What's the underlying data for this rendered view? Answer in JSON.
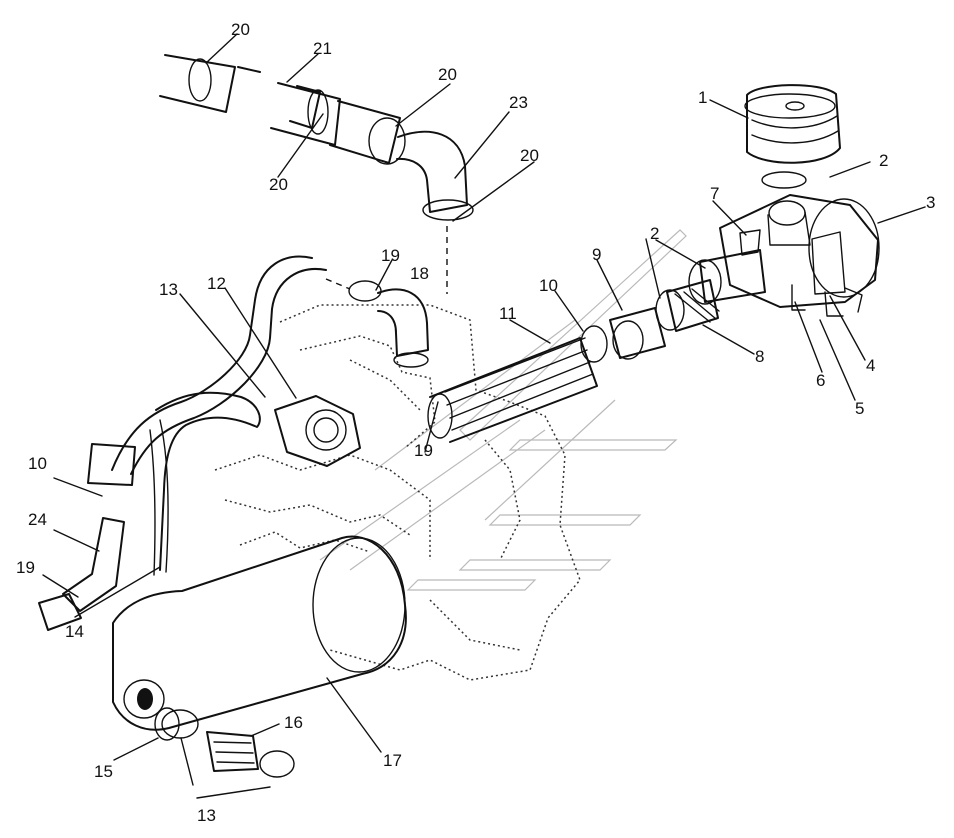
{
  "diagram": {
    "callouts": [
      {
        "label": "1"
      },
      {
        "label": "2"
      },
      {
        "label": "3"
      },
      {
        "label": "4"
      },
      {
        "label": "5"
      },
      {
        "label": "6"
      },
      {
        "label": "7"
      },
      {
        "label": "2"
      },
      {
        "label": "8"
      },
      {
        "label": "9"
      },
      {
        "label": "10"
      },
      {
        "label": "11"
      },
      {
        "label": "12"
      },
      {
        "label": "13"
      },
      {
        "label": "19"
      },
      {
        "label": "18"
      },
      {
        "label": "19"
      },
      {
        "label": "20"
      },
      {
        "label": "21"
      },
      {
        "label": "20"
      },
      {
        "label": "20"
      },
      {
        "label": "23"
      },
      {
        "label": "20"
      },
      {
        "label": "10"
      },
      {
        "label": "24"
      },
      {
        "label": "19"
      },
      {
        "label": "14"
      },
      {
        "label": "15"
      },
      {
        "label": "13"
      },
      {
        "label": "16"
      },
      {
        "label": "17"
      }
    ]
  }
}
